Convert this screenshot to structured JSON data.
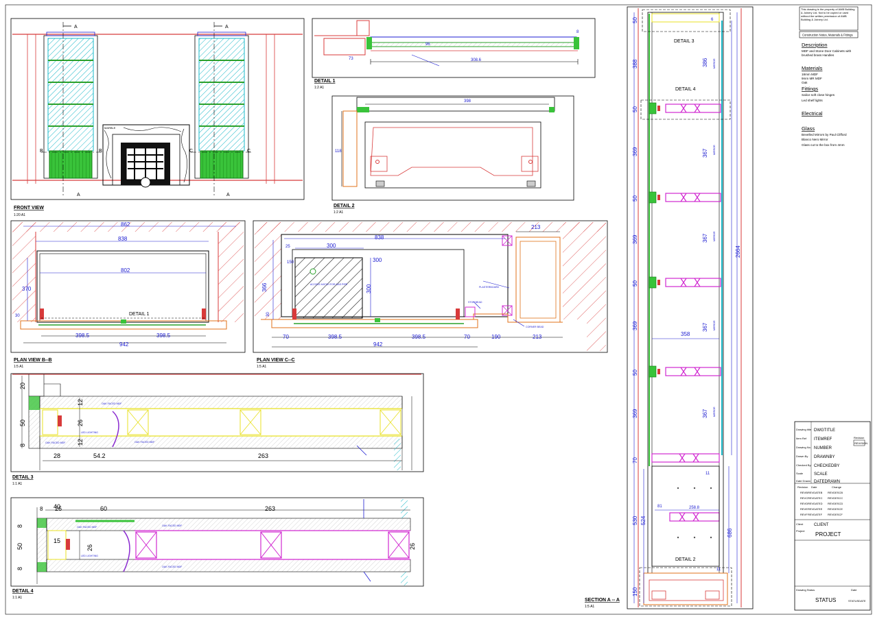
{
  "views": {
    "front_view": {
      "label": "FRONT VIEW",
      "scale": "1:20  A1"
    },
    "detail_1": {
      "label": "DETAIL 1",
      "scale": "1:2  A1"
    },
    "detail_2": {
      "label": "DETAIL 2",
      "scale": "1:2  A1"
    },
    "plan_bb": {
      "label": "PLAN VIEW B--B",
      "scale": "1:5  A1"
    },
    "plan_cc": {
      "label": "PLAN VIEW C--C",
      "scale": "1:5  A1"
    },
    "detail_3": {
      "label": "DETAIL 3",
      "scale": "1:1  A1"
    },
    "detail_4": {
      "label": "DETAIL 4",
      "scale": "1:1  A1"
    },
    "section_aa": {
      "label": "SECTION A -- A",
      "scale": "1:5  A1"
    }
  },
  "markers": {
    "A": "A",
    "B": "B",
    "C": "C"
  },
  "callouts": {
    "detail_1": "DETAIL 1",
    "detail_2": "DETAIL 2",
    "detail_3": "DETAIL 3",
    "detail_4": "DETAIL 4",
    "marble": "MARBLE",
    "access_hatch": "ACCESS HATCH FOR GAS PIPE",
    "plasterboard": "PLASTERBOARD",
    "stop_bead": "STOP BEAD",
    "corner_bead": "CORNER BEAD",
    "oak_faced_mdf": "OAK FACED MDF",
    "led_lighting": "LED LIGHTING",
    "mirror": "MIRROR"
  },
  "dims": {
    "plan_bb": {
      "overall": "862",
      "inner": "838",
      "opening": "802",
      "left_half": "398.5",
      "right_half": "398.5",
      "base": "942",
      "height": "370",
      "left_30": "30"
    },
    "plan_cc": {
      "inner": "838",
      "hatch_w": "300",
      "left_25": "25",
      "hatch_h": "300",
      "hatch_w2": "300",
      "left_30": "30",
      "left_150": "150",
      "height": "366",
      "width_213": "213",
      "d70a": "70",
      "d398a": "398.5",
      "d398b": "398.5",
      "d70b": "70",
      "d190": "190",
      "d213b": "213",
      "base": "942"
    },
    "detail_1": {
      "d96": "96",
      "d73": "73",
      "d3086": "308.6",
      "d8": "8"
    },
    "detail_2": {
      "d398": "398",
      "d118": "118"
    },
    "detail_3": {
      "d20": "20",
      "d50": "50",
      "d8": "8",
      "d12a": "12",
      "d26": "26",
      "d12b": "12",
      "d28": "28",
      "d542": "54.2",
      "d263": "263"
    },
    "detail_4": {
      "d40": "40",
      "d8": "8",
      "d26": "26",
      "d60": "60",
      "d263": "263",
      "d8b": "8",
      "d50": "50",
      "d15": "15",
      "d26b": "26",
      "d26c": "26",
      "d8c": "8"
    },
    "section": {
      "s50a": "50",
      "s388": "388",
      "s50b": "50",
      "s369a": "369",
      "s50c": "50",
      "s369b": "369",
      "s50d": "50",
      "s369c": "369",
      "s50e": "50",
      "s369d": "369",
      "s70": "70",
      "s530": "530",
      "s524": "524",
      "s150": "150",
      "s2664": "2664",
      "s686": "686",
      "s386": "386",
      "s367a": "367",
      "s367b": "367",
      "s367c": "367",
      "s367d": "367",
      "s358": "358",
      "s11a": "11",
      "s81": "81",
      "s2588": "258.8",
      "s11b": "11",
      "s6": "6"
    }
  },
  "notes_panel": {
    "copyright": "This drawing is the property of AMB Building & Joinery Ltd. Not to be copied or used without the written permission of AMB Building & Joinery Ltd.",
    "header": "Construction Notes, Materials & Fittings",
    "description_title": "Description",
    "description_lines": [
      "MDF and Stone Door Cabinets with",
      "brushed brass Handles"
    ],
    "materials_title": "Materials",
    "materials_lines": [
      "18mm MDF",
      "9mm MR MDF",
      "Oak"
    ],
    "fittings_title": "Fittings",
    "fittings_lines": [
      "Salice soft close hinges",
      "Led shelf lights"
    ],
    "electrical_title": "Electrical",
    "glass_title": "Glass",
    "glass_lines": [
      "Bevelled Mirrors by Paul Clifford",
      "Blanco Nero Mirror",
      "Glass cut to the box from 4mm"
    ]
  },
  "title_block": {
    "rows": [
      {
        "label": "Drawing title",
        "value": "DWGTITLE"
      },
      {
        "label": "Item Ref",
        "value": "ITEMREF"
      },
      {
        "label": "Drawing No.",
        "value": "NUMBER"
      },
      {
        "label": "Drawn By",
        "value": "DRAWNBY"
      },
      {
        "label": "Checked By",
        "value": "CHECKEDBY"
      },
      {
        "label": "Scale",
        "value": "SCALE"
      },
      {
        "label": "Date Drawn",
        "value": "DATEDRAWN"
      }
    ],
    "rev_headers": [
      "Revision",
      "Date",
      "Change"
    ],
    "revisions": [
      "REVB",
      "REVC",
      "REVD",
      "REVE",
      "REVF"
    ],
    "rev_dates": [
      "REVDATEB",
      "REVDATEC",
      "REVDATED",
      "REVDATEE",
      "REVDATEF"
    ],
    "rev_descs": [
      "REVDESCB",
      "REVDESCC",
      "REVDESCD",
      "REVDESCE",
      "REVDESCF"
    ],
    "client_label": "Client",
    "client": "CLIENT",
    "project_label": "Project",
    "project": "PROJECT",
    "side_label": "Revision",
    "side_value": "REVISION",
    "status_label": "Drawing Status",
    "status": "STATUS",
    "date_label": "Date",
    "status_date": "STATUSDATE"
  },
  "colors": {
    "wall_red": "#d83a3a",
    "dim_blue": "#1a1ad0",
    "cabinet_green": "#2aa02a",
    "glass_cyan": "#19b8c8",
    "mirror_magenta": "#d028d0",
    "yellow": "#e8e020",
    "orange": "#e07018"
  }
}
